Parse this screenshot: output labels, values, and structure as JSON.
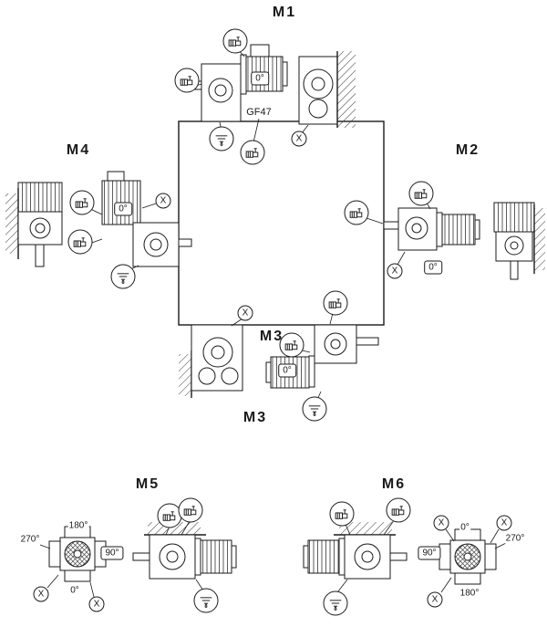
{
  "unit": {
    "designation": "GF47"
  },
  "positions": {
    "m1": "M1",
    "m2": "M2",
    "m3": "M3",
    "m3_inner": "M3",
    "m4": "M4",
    "m5": "M5",
    "m6": "M6"
  },
  "angles": {
    "a0": "0°",
    "a90": "90°",
    "a180": "180°",
    "a270": "270°"
  },
  "marker_x": "X",
  "icon_legend": {
    "breather": "breather-valve-icon",
    "oil_level": "oil-level-icon",
    "x_marker": "x-position-marker"
  },
  "colors": {
    "ink": "#1a1a1a",
    "paper": "#ffffff"
  }
}
